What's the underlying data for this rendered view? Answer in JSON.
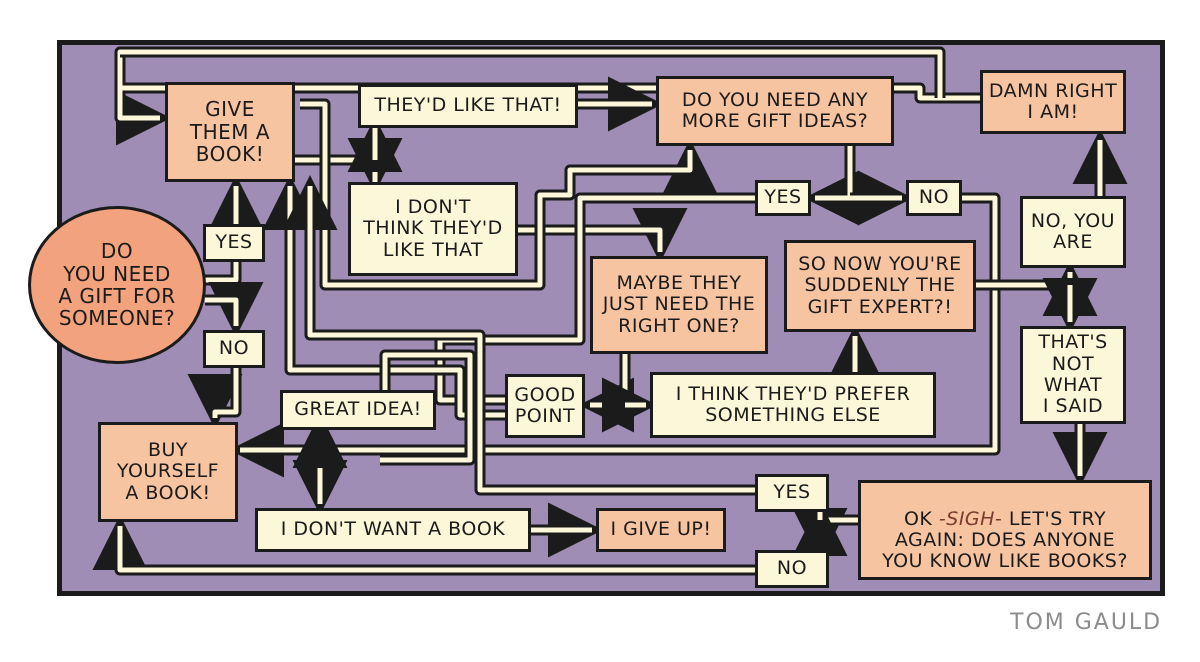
{
  "nodes": {
    "start": "DO\nYOU NEED\nA GIFT FOR\nSOMEONE?",
    "yes_1": "YES",
    "no_1": "NO",
    "give_book": "GIVE\nTHEM A\nBOOK!",
    "buy_yourself": "BUY\nYOURSELF\nA BOOK!",
    "theyd_like": "THEY'D LIKE THAT!",
    "dont_think": "I DON'T\nTHINK THEY'D\nLIKE THAT",
    "more_ideas": "DO YOU NEED ANY\nMORE GIFT IDEAS?",
    "yes_2": "YES",
    "no_2": "NO",
    "damn_right": "DAMN RIGHT\nI AM!",
    "no_you_are": "NO, YOU\nARE",
    "suddenly": "SO NOW YOU'RE\nSUDDENLY THE\nGIFT EXPERT?!",
    "not_what": "THAT'S\nNOT WHAT\nI SAID",
    "maybe": "MAYBE THEY\nJUST NEED THE\nRIGHT ONE?",
    "good_point": "GOOD\nPOINT",
    "prefer": "I THINK THEY'D PREFER\nSOMETHING ELSE",
    "great_idea": "GREAT IDEA!",
    "dont_want": "I DON'T WANT A BOOK",
    "give_up": "I GIVE UP!",
    "yes_3": "YES",
    "no_3": "NO",
    "ok_pre": "OK ",
    "ok_sigh": "-SIGH-",
    "ok_post": " LET'S TRY\nAGAIN: DOES ANYONE\nYOU KNOW LIKE BOOKS?"
  },
  "signature": "TOM GAULD",
  "colors": {
    "background": "#9f8db5",
    "cream_box": "#fcf7d8",
    "salmon_box": "#f7c4a2",
    "start_circle": "#f2a27c",
    "ink": "#1b1b1b"
  }
}
